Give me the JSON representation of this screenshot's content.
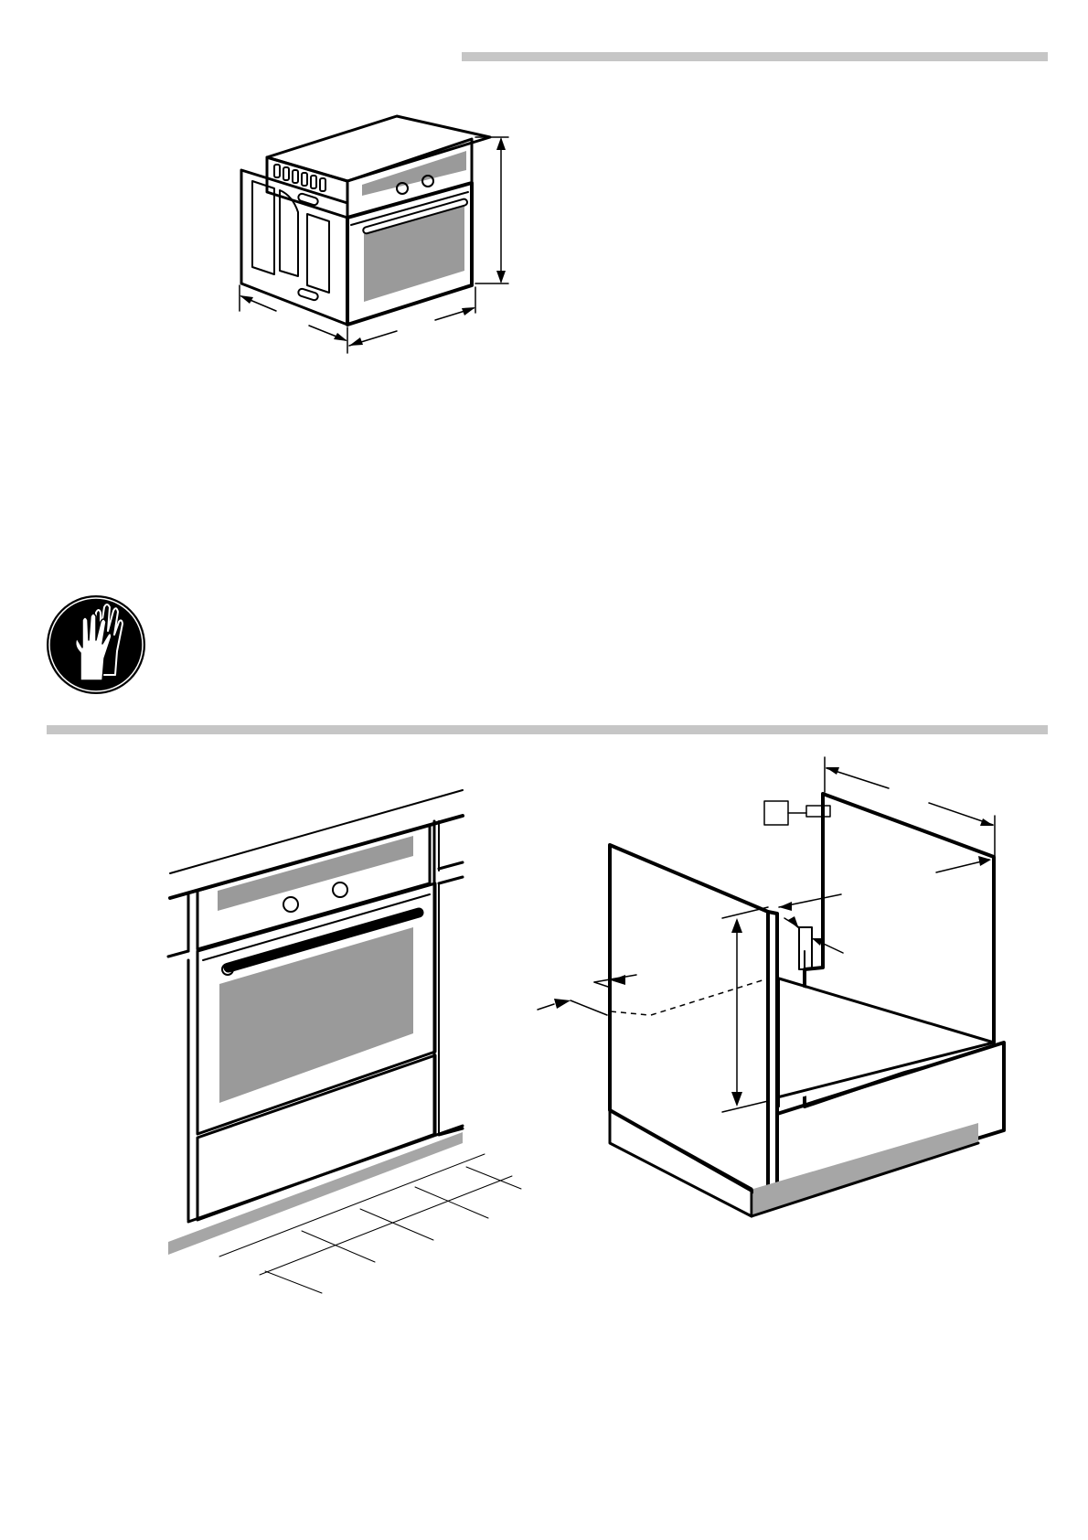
{
  "page": {
    "illustrations": {
      "oven_dimensions": "oven-dimension-figure",
      "glove_notice": "protective-gloves-icon",
      "installed_oven": "installed-oven-figure",
      "cabinet_recess": "cabinet-recess-figure"
    },
    "colors": {
      "rule_gray": "#c6c6c6",
      "panel_gray": "#d9d9d9",
      "glass_gray": "#9a9a9a",
      "floor_gray": "#a6a6a6",
      "ink": "#000000"
    }
  }
}
